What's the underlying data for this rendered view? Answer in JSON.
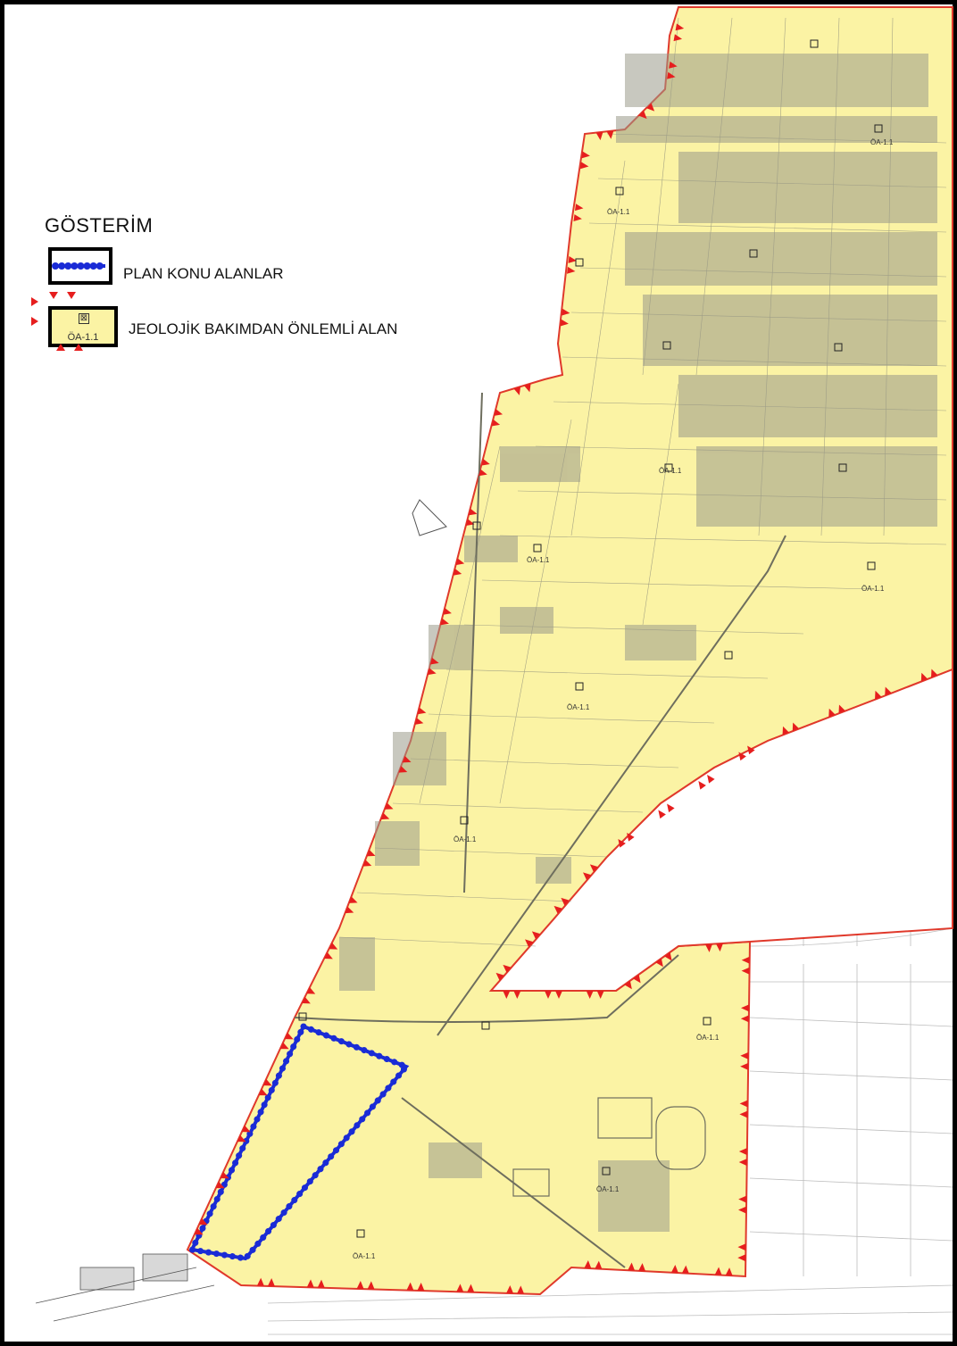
{
  "legend": {
    "title": "GÖSTERİM",
    "items": [
      {
        "label": "PLAN KONU ALANLAR",
        "icon": "dotted-blue-boundary-icon"
      },
      {
        "label": "JEOLOJİK BAKIMDAN ÖNLEMLİ ALAN",
        "code": "ÖA-1.1",
        "icon": "geologic-hazard-area-icon"
      }
    ]
  },
  "map": {
    "area_code": "ÖA-1.1",
    "colors": {
      "area_fill": "#fbf3a4",
      "area_border": "#e0392b",
      "hazard_marker": "#e61e1e",
      "plan_boundary": "#1a2bd6",
      "frame": "#000000"
    }
  }
}
